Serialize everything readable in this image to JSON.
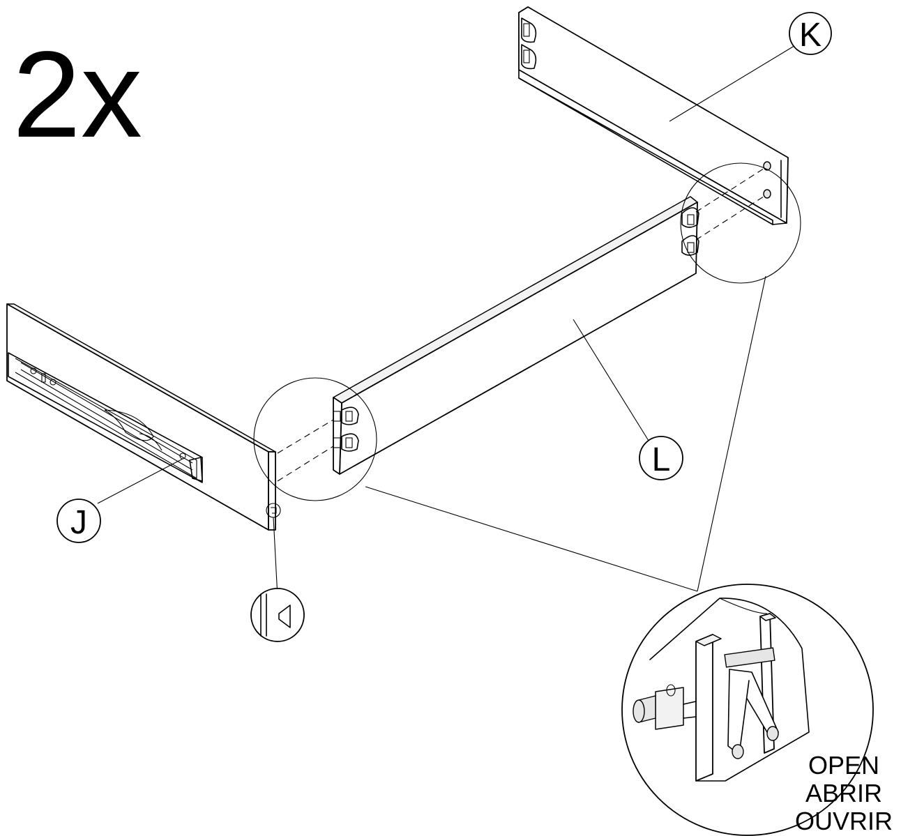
{
  "quantity": "2x",
  "parts": {
    "J": "J",
    "K": "K",
    "L": "L"
  },
  "detail": {
    "open_en": "OPEN",
    "open_es": "ABRIR",
    "open_fr": "OUVRIR"
  },
  "colors": {
    "line": "#000000",
    "background": "#ffffff"
  }
}
